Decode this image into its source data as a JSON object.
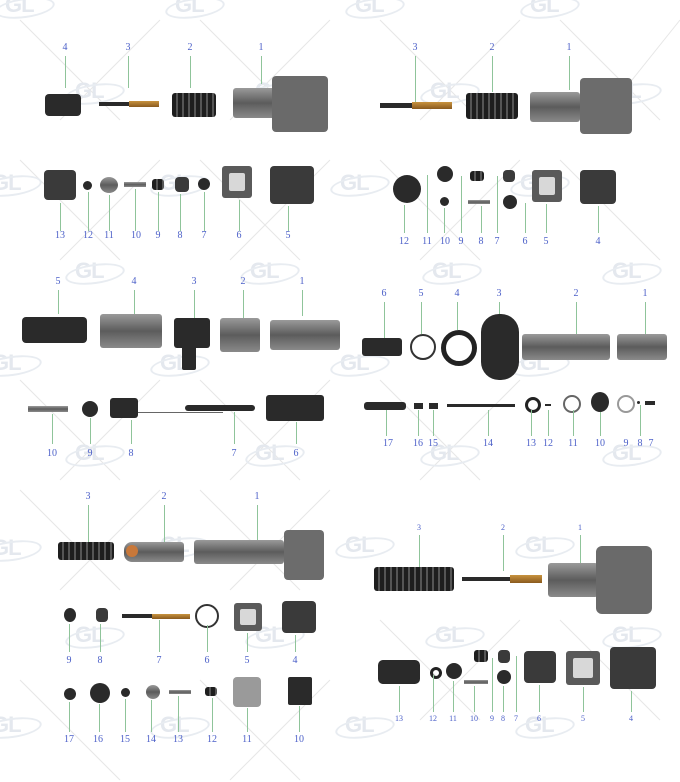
{
  "watermark": {
    "text": "GL",
    "color": "#e4e8ee"
  },
  "label_color": "#4b5fc8",
  "leader_color": "#8fc49a",
  "panels": [
    {
      "id": "top-left",
      "row1_labels": [
        "4",
        "3",
        "2",
        "1"
      ],
      "row2_labels": [
        "13",
        "12",
        "11",
        "10",
        "9",
        "8",
        "7",
        "6",
        "5"
      ]
    },
    {
      "id": "top-right",
      "row1_labels": [
        "3",
        "2",
        "1"
      ],
      "row2_labels": [
        "12",
        "11",
        "10",
        "9",
        "8",
        "7",
        "6",
        "5",
        "4"
      ]
    },
    {
      "id": "middle-left",
      "row1_labels": [
        "5",
        "4",
        "3",
        "2",
        "1"
      ],
      "row2_labels": [
        "10",
        "9",
        "8",
        "7",
        "6"
      ]
    },
    {
      "id": "middle-right",
      "row1_labels": [
        "6",
        "5",
        "4",
        "3",
        "2",
        "1"
      ],
      "row2_labels": [
        "17",
        "16",
        "15",
        "14",
        "13",
        "12",
        "11",
        "10",
        "9",
        "8",
        "7"
      ]
    },
    {
      "id": "bottom-left",
      "row1_labels": [
        "3",
        "2",
        "1"
      ],
      "row2_labels": [
        "9",
        "8",
        "7",
        "6",
        "5",
        "4"
      ],
      "row3_labels": [
        "17",
        "16",
        "15",
        "14",
        "13",
        "12",
        "11",
        "10"
      ]
    },
    {
      "id": "bottom-right",
      "row1_labels": [
        "3",
        "2",
        "1"
      ],
      "row2_labels": [
        "13",
        "12",
        "11",
        "10",
        "9",
        "8",
        "7",
        "6",
        "5",
        "4"
      ]
    }
  ]
}
